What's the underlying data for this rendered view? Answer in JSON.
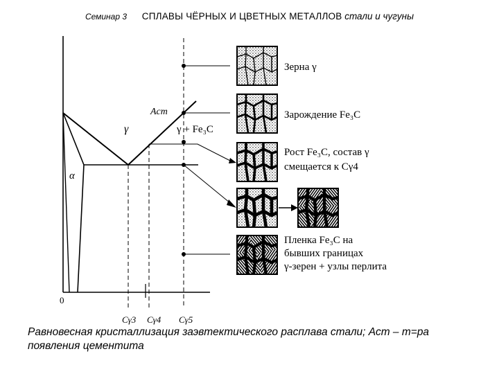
{
  "header": {
    "seminar": "Семинар 3",
    "title": "СПЛАВЫ ЧЁРНЫХ И ЦВЕТНЫХ МЕТАЛЛОВ",
    "subtitle": "стали и чугуны"
  },
  "diagram": {
    "labels": {
      "acm": "Acm",
      "gamma": "γ",
      "gamma_fe3c": "γ + Fe₃C",
      "alpha": "α",
      "zero": "0",
      "cg3": "Cγ3",
      "cg4": "Cγ4",
      "cg5": "Cγ5"
    },
    "stages": [
      {
        "lines": [
          "Зерна γ"
        ]
      },
      {
        "lines": [
          "Зарождение Fe₃C"
        ]
      },
      {
        "lines": [
          "Рост Fe₃C, состав γ",
          "смещается к Cγ4"
        ]
      },
      {
        "lines": []
      },
      {
        "lines": [
          "Пленка Fe₃C на",
          "бывших границах",
          "γ-зерен + узлы перлита"
        ]
      }
    ]
  },
  "caption": "Равновесная кристаллизация заэвтектического расплава стали; Аст – т=ра появления цементита"
}
